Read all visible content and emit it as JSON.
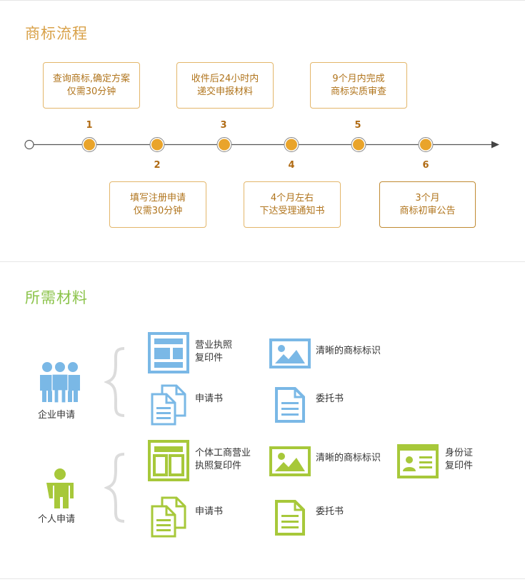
{
  "colors": {
    "accent_orange": "#e2a030",
    "title_orange": "#d9a24a",
    "title_green": "#8bc34a",
    "blue": "#7ab8e6",
    "green": "#a7c83a",
    "brace": "#dcdcdc"
  },
  "process": {
    "title": "商标流程",
    "steps": [
      {
        "number": "1",
        "line1": "查询商标,确定方案",
        "line2": "仅需30分钟"
      },
      {
        "number": "2",
        "line1": "填写注册申请",
        "line2": "仅需30分钟"
      },
      {
        "number": "3",
        "line1": "收件后24小时内",
        "line2": "递交申报材料"
      },
      {
        "number": "4",
        "line1": "4个月左右",
        "line2": "下达受理通知书"
      },
      {
        "number": "5",
        "line1": "9个月内完成",
        "line2": "商标实质审查"
      },
      {
        "number": "6",
        "line1": "3个月",
        "line2": "商标初审公告"
      }
    ]
  },
  "materials": {
    "title": "所需材料",
    "enterprise": {
      "label": "企业申请",
      "items": [
        {
          "icon": "business-license-icon",
          "line1": "营业执照",
          "line2": "复印件"
        },
        {
          "icon": "image-icon",
          "line1": "清晰的商标标识",
          "line2": ""
        },
        {
          "icon": "documents-icon",
          "line1": "申请书",
          "line2": ""
        },
        {
          "icon": "document-icon",
          "line1": "委托书",
          "line2": ""
        }
      ]
    },
    "individual": {
      "label": "个人申请",
      "items": [
        {
          "icon": "business-license-icon",
          "line1": "个体工商营业",
          "line2": "执照复印件"
        },
        {
          "icon": "image-icon",
          "line1": "清晰的商标标识",
          "line2": ""
        },
        {
          "icon": "id-card-icon",
          "line1": "身份证",
          "line2": "复印件"
        },
        {
          "icon": "documents-icon",
          "line1": "申请书",
          "line2": ""
        },
        {
          "icon": "document-icon",
          "line1": "委托书",
          "line2": ""
        }
      ]
    }
  }
}
